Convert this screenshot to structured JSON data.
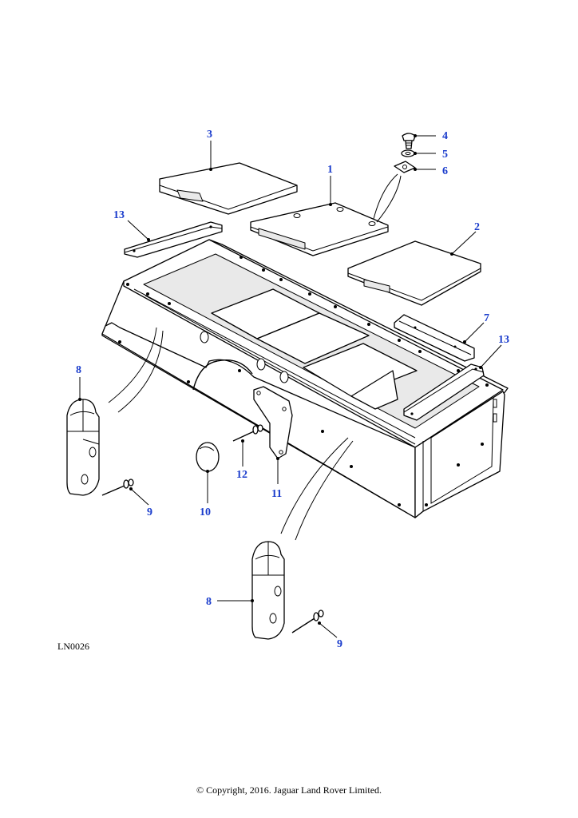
{
  "diagram": {
    "reference_code": "LN0026",
    "copyright": "© Copyright, 2016. Jaguar Land Rover Limited.",
    "callouts": {
      "c1": "1",
      "c2": "2",
      "c3": "3",
      "c4": "4",
      "c5": "5",
      "c6": "6",
      "c7": "7",
      "c8a": "8",
      "c8b": "8",
      "c9a": "9",
      "c9b": "9",
      "c10": "10",
      "c11": "11",
      "c12": "12",
      "c13a": "13",
      "c13b": "13"
    },
    "colors": {
      "callout": "#1a3ccc",
      "line": "#000000",
      "background": "#ffffff"
    }
  }
}
